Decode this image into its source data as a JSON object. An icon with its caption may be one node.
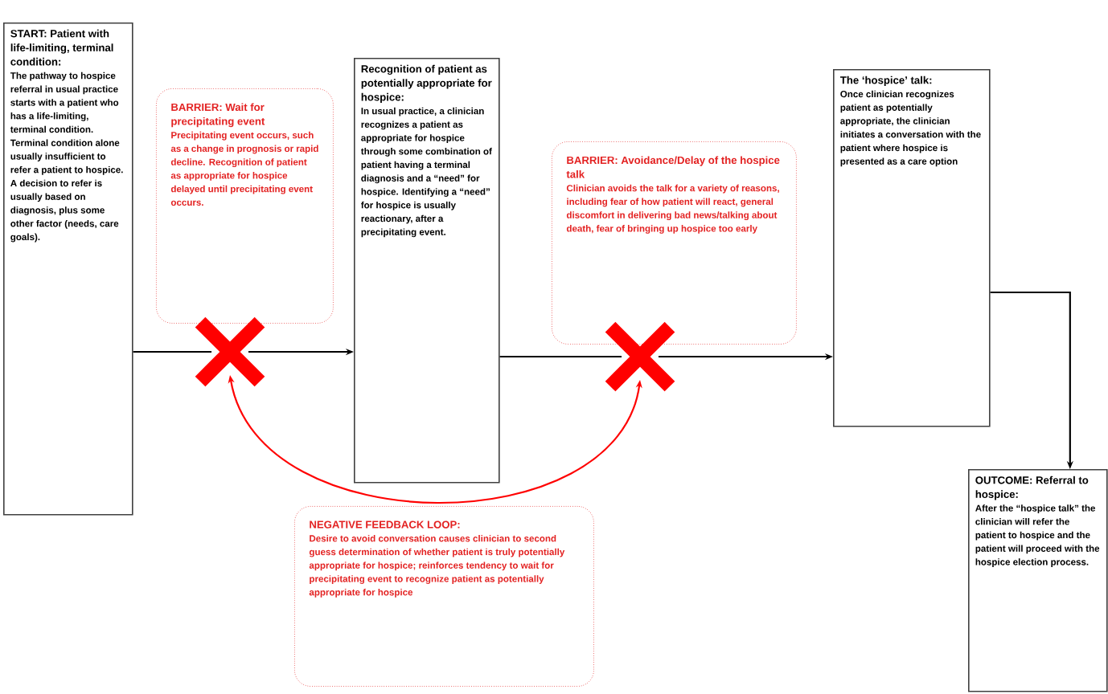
{
  "diagram": {
    "nodes": [
      {
        "text": [
          "START: Patient with life-limiting, terminal condition:",
          "The pathway to hospice referral in usual practice starts with a patient who has a life-limiting, terminal condition. Terminal condition alone usually insufficient to refer a patient to hospice. A decision to refer is usually based on diagnosis, plus some other factor (needs, care goals)."
        ]
      },
      {
        "text": [
          "BARRIER: Wait for precipitating event",
          "Precipitating event occurs, such as a change in prognosis or rapid decline. Recognition of patient as appropriate for hospice delayed until precipitating event occurs."
        ]
      },
      {
        "text": [
          "Recognition of patient as potentially appropriate for hospice:",
          "In usual practice, a clinician recognizes a patient as appropriate for hospice through some combination of patient having a terminal diagnosis and a “need” for hospice. Identifying a “need” for hospice is usually reactionary, after a precipitating event."
        ]
      },
      {
        "text": [
          "BARRIER: Avoidance/Delay of the hospice talk",
          "Clinician avoids the talk for a variety of reasons, including fear of how patient will react, general discomfort in delivering bad news/talking about death, fear of bringing up hospice too early"
        ]
      },
      {
        "text": [
          "The ‘hospice’ talk:",
          "Once clinician recognizes patient as potentially appropriate, the clinician initiates a conversation with the patient where hospice is presented as a care option"
        ]
      },
      {
        "text": [
          "OUTCOME: Referral to hospice:",
          "After the “hospice talk” the clinician will refer the patient to hospice and the patient will proceed with the hospice election process."
        ]
      },
      {
        "text": [
          "NEGATIVE FEEDBACK LOOP:",
          "Desire to avoid conversation causes clinician to second guess determination of whether patient is truly potentially appropriate for hospice; reinforces tendency to wait for precipitating event to recognize patient as potentially appropriate for hospice"
        ]
      },
      {
        "text": [],
        "shape": "cross"
      },
      {
        "text": [],
        "shape": "cross"
      }
    ],
    "edges": [
      {
        "from": 0,
        "to": 7,
        "arrow": "none"
      },
      {
        "from": 7,
        "to": 2,
        "arrow": "to"
      },
      {
        "from": 2,
        "to": 8,
        "arrow": "none"
      },
      {
        "from": 8,
        "to": 4,
        "arrow": "to"
      },
      {
        "from": 4,
        "to": 5,
        "arrow": "to"
      },
      {
        "from": 7,
        "to": 8,
        "arrow": "both",
        "color": "#ff0000"
      }
    ]
  }
}
